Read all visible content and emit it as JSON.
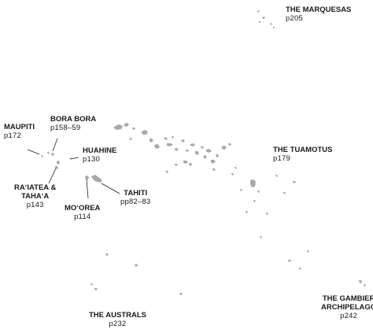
{
  "map": {
    "land_color": "#a8a8a8",
    "leader_color": "#1a1a1a",
    "labels": [
      {
        "name": "THE MARQUESAS",
        "page": "p205"
      },
      {
        "name": "BORA BORA",
        "page": "p158–59"
      },
      {
        "name": "MAUPITI",
        "page": "p172"
      },
      {
        "name": "HUAHINE",
        "page": "p130"
      },
      {
        "name": "THE TUAMOTUS",
        "page": "p179"
      },
      {
        "name_line1": "RA‘IATEA &",
        "name_line2": "TAHA‘A",
        "page": "p143"
      },
      {
        "name": "TAHITI",
        "page": "pp82–83"
      },
      {
        "name": "MO‘OREA",
        "page": "p114"
      },
      {
        "name": "THE AUSTRALS",
        "page": "p232"
      },
      {
        "name_line1": "THE GAMBIER",
        "name_line2": "ARCHIPELAGO",
        "page": "p242"
      }
    ]
  }
}
